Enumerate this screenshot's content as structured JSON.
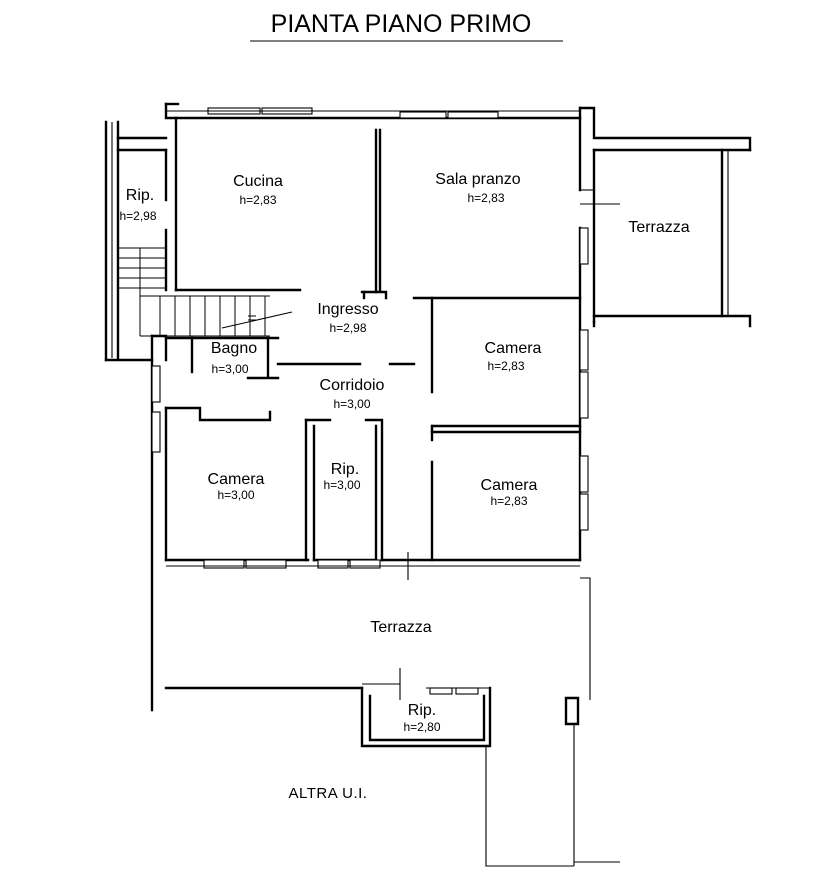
{
  "title": "PIANTA PIANO PRIMO",
  "rooms": [
    {
      "name": "Rip.",
      "height": "h=2,98"
    },
    {
      "name": "Cucina",
      "height": "h=2,83"
    },
    {
      "name": "Sala pranzo",
      "height": "h=2,83"
    },
    {
      "name": "Terrazza",
      "height": ""
    },
    {
      "name": "Ingresso",
      "height": "h=2,98"
    },
    {
      "name": "Bagno",
      "height": "h=3,00"
    },
    {
      "name": "Corridoio",
      "height": "h=3,00"
    },
    {
      "name": "Camera",
      "height": "h=2,83"
    },
    {
      "name": "Camera",
      "height": "h=3,00"
    },
    {
      "name": "Rip.",
      "height": "h=3,00"
    },
    {
      "name": "Camera",
      "height": "h=2,83"
    },
    {
      "name": "Terrazza",
      "height": ""
    },
    {
      "name": "Rip.",
      "height": "h=2,80"
    }
  ],
  "note": "ALTRA U.I."
}
